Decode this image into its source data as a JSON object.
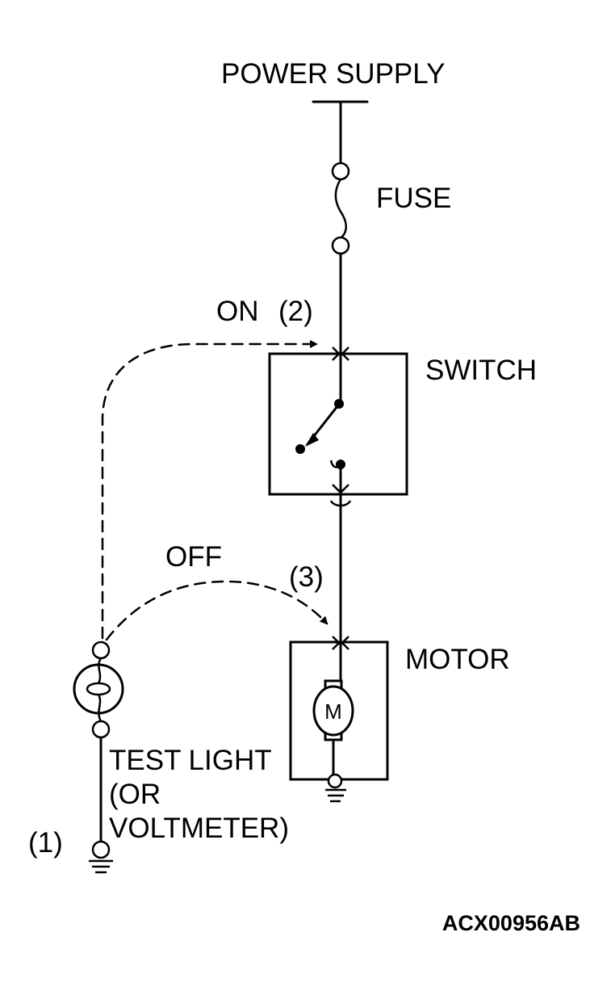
{
  "labels": {
    "power_supply": "POWER SUPPLY",
    "fuse": "FUSE",
    "switch": "SWITCH",
    "motor": "MOTOR",
    "motor_symbol": "M",
    "on": "ON",
    "point_2": "(2)",
    "off": "OFF",
    "point_3": "(3)",
    "point_1": "(1)",
    "test_light_line1": "TEST LIGHT",
    "test_light_line2": "(OR",
    "test_light_line3": "VOLTMETER)",
    "figure_code": "ACX00956AB"
  }
}
